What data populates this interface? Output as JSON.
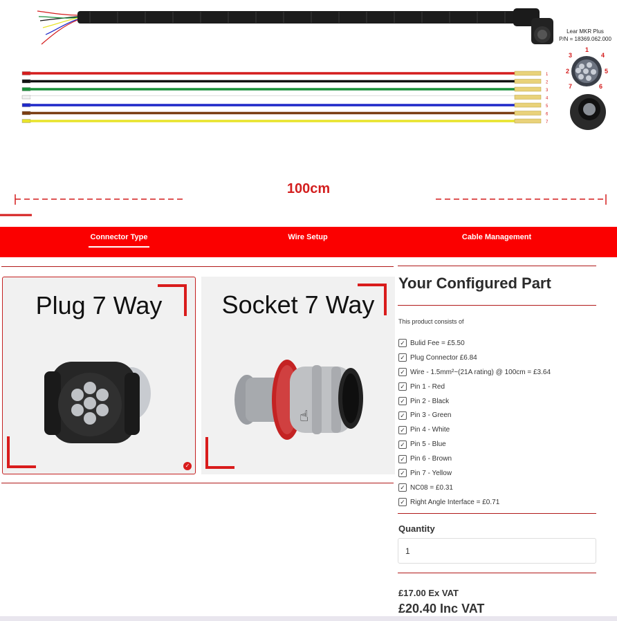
{
  "diagram": {
    "connector_caption_line1": "Lear MKR Plus",
    "connector_caption_line2": "P/N = 18369.062.000",
    "length_label": "100cm",
    "wires": [
      {
        "pin": "1",
        "color": "#d41c1c"
      },
      {
        "pin": "2",
        "color": "#111111"
      },
      {
        "pin": "3",
        "color": "#1a8f3a"
      },
      {
        "pin": "4",
        "color": "#ffffff"
      },
      {
        "pin": "5",
        "color": "#1f28c8"
      },
      {
        "pin": "6",
        "color": "#7a3e12"
      },
      {
        "pin": "7",
        "color": "#e8e32a"
      }
    ],
    "pinout_numbers": [
      "1",
      "2",
      "3",
      "4",
      "5",
      "6",
      "7"
    ]
  },
  "tabs": [
    {
      "label": "Connector Type"
    },
    {
      "label": "Wire Setup"
    },
    {
      "label": "Cable Management"
    }
  ],
  "options": [
    {
      "title": "Plug 7 Way",
      "selected": true
    },
    {
      "title": "Socket 7 Way",
      "selected": false
    }
  ],
  "summary": {
    "title": "Your Configured Part",
    "consists_label": "This product consists of",
    "items": [
      "Bulid Fee = £5.50",
      "Plug Connector £6.84",
      "Wire - 1.5mm²~(21A rating) @ 100cm = £3.64",
      "Pin 1 - Red",
      "Pin 2 - Black",
      "Pin 3 - Green",
      "Pin 4 - White",
      "Pin 5 - Blue",
      "Pin 6 - Brown",
      "Pin 7 - Yellow",
      "NC08 = £0.31",
      "Right Angle Interface = £0.71"
    ],
    "quantity_label": "Quantity",
    "quantity_value": "1",
    "price_ex_vat": "£17.00 Ex VAT",
    "price_inc_vat": "£20.40 Inc VAT"
  },
  "colors": {
    "accent": "#fb0000",
    "rule": "#b01818"
  }
}
